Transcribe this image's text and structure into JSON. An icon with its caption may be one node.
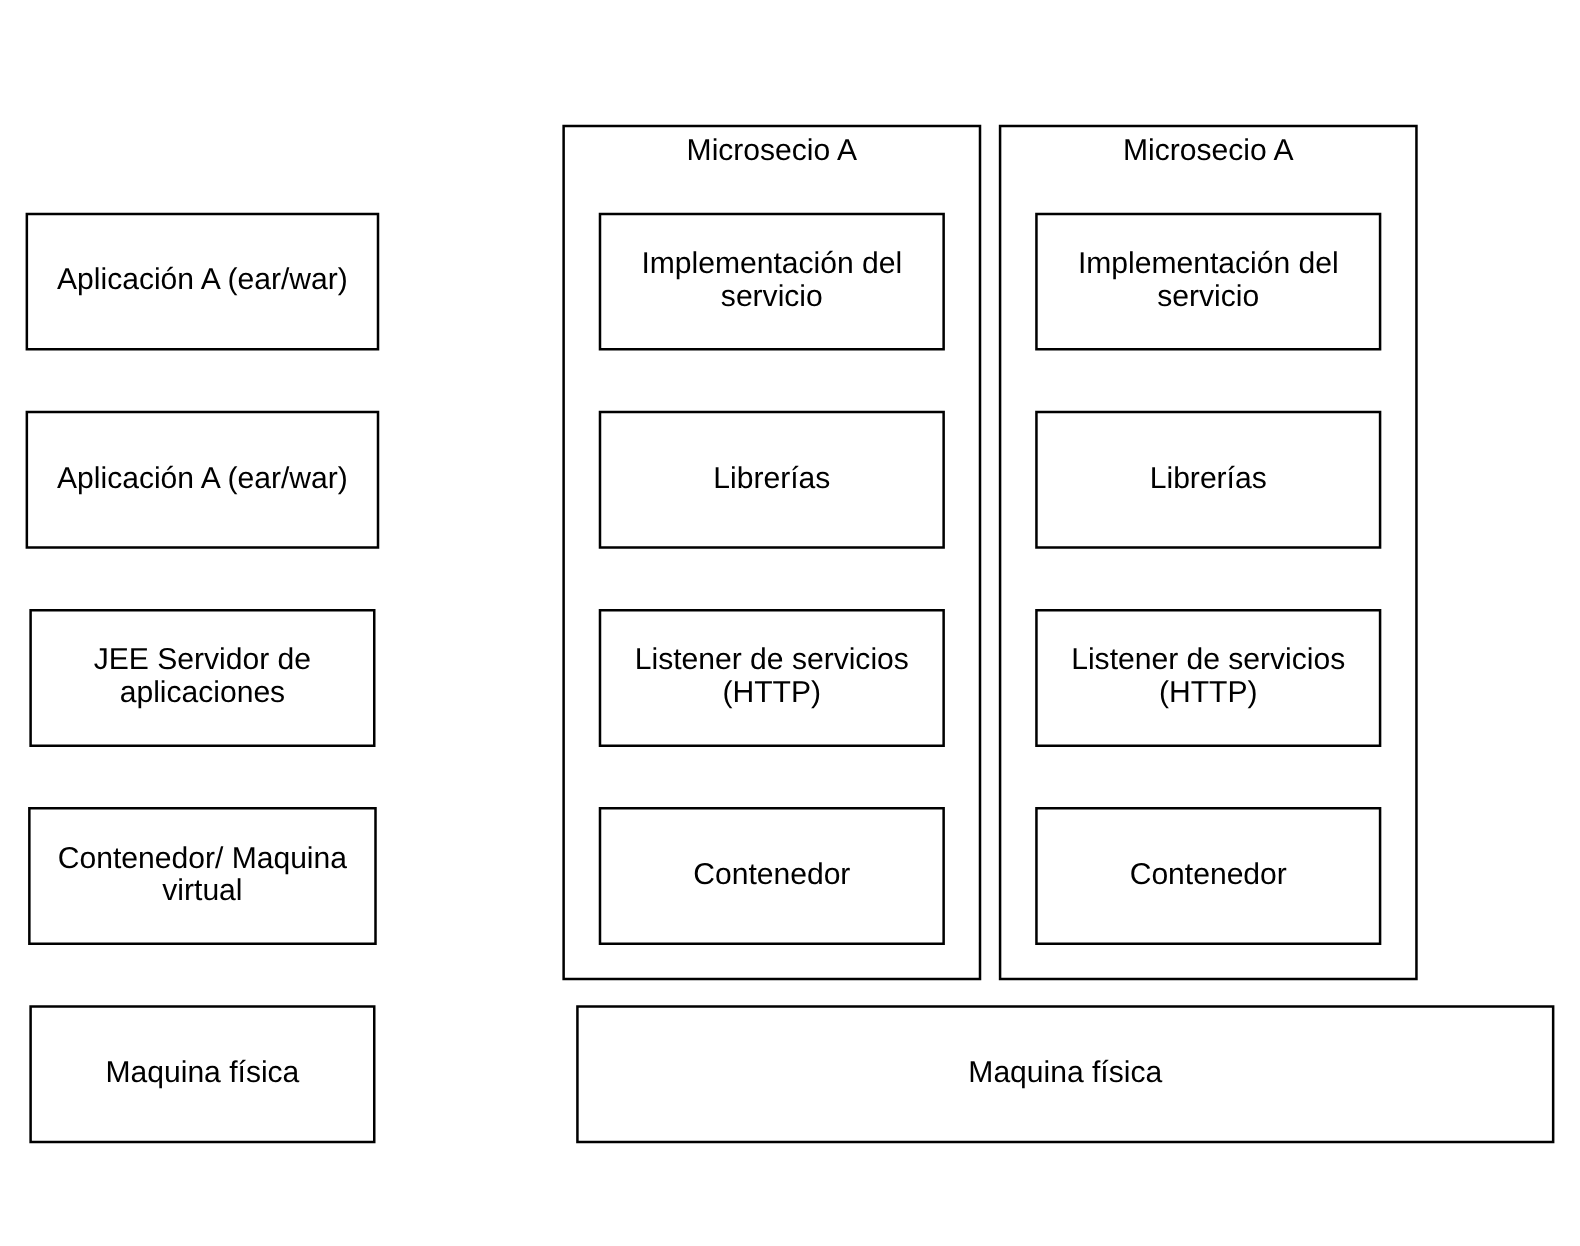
{
  "diagram": {
    "nodes": [
      {
        "text": [
          "Aplicación A (ear/war)"
        ]
      },
      {
        "text": [
          "Aplicación A (ear/war)"
        ]
      },
      {
        "text": [
          "JEE Servidor de aplicaciones"
        ]
      },
      {
        "text": [
          "Contenedor/ Maquina virtual"
        ]
      },
      {
        "text": [
          "Maquina física"
        ]
      },
      {
        "text": [
          "Microsecio A"
        ]
      },
      {
        "text": [
          "Implementación del servicio"
        ],
        "in": 5
      },
      {
        "text": [
          "Librerías"
        ],
        "in": 5
      },
      {
        "text": [
          "Listener de servicios (HTTP)"
        ],
        "in": 5
      },
      {
        "text": [
          "Contenedor"
        ],
        "in": 5
      },
      {
        "text": [
          "Microsecio A"
        ]
      },
      {
        "text": [
          "Implementación del servicio"
        ],
        "in": 10
      },
      {
        "text": [
          "Librerías"
        ],
        "in": 10
      },
      {
        "text": [
          "Listener de servicios (HTTP)"
        ],
        "in": 10
      },
      {
        "text": [
          "Contenedor"
        ],
        "in": 10
      },
      {
        "text": [
          "Maquina física"
        ]
      }
    ],
    "edges": []
  }
}
